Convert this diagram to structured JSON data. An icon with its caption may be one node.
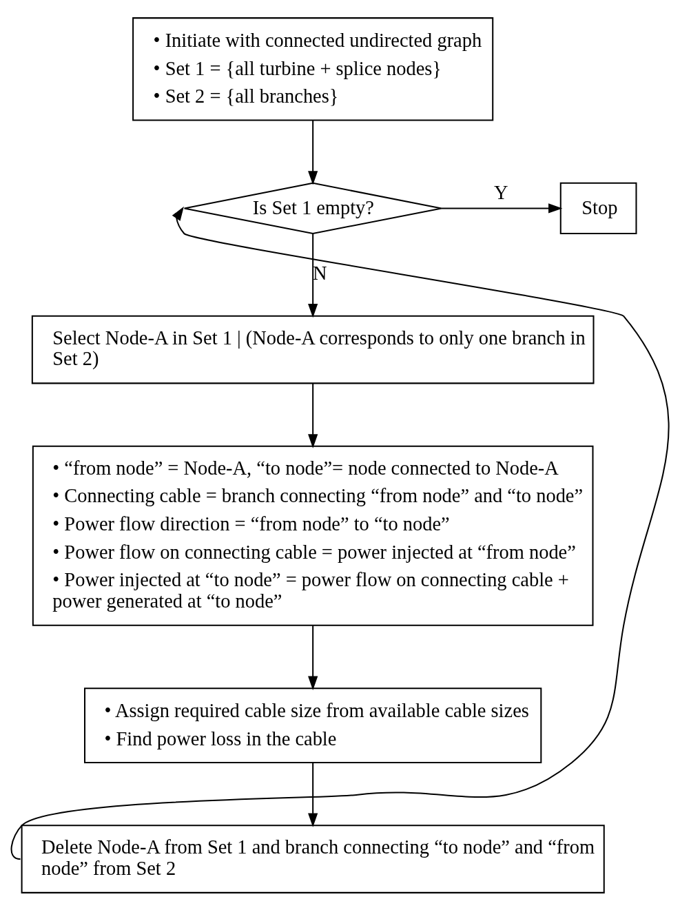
{
  "diagram": {
    "nodes": [
      {
        "text": [
          "• Initiate with connected undirected graph",
          "• Set 1 = {all turbine + splice nodes}",
          "• Set 2 = {all branches}"
        ]
      },
      {
        "text": [
          "Is Set 1 empty?"
        ]
      },
      {
        "text": [
          "Stop"
        ]
      },
      {
        "text": [
          "Select Node-A in Set 1 | (Node-A corresponds to only one branch in Set 2)"
        ]
      },
      {
        "text": [
          "• “from node” = Node-A, “to node”= node connected to Node-A",
          "• Connecting cable = branch connecting “from node” and “to node”",
          "• Power flow direction = “from node” to “to node”",
          "• Power flow on connecting cable = power injected at “from node”",
          "• Power injected at “to node” = power flow on connecting cable + power generated at “to node”"
        ]
      },
      {
        "text": [
          "• Assign required cable size from available cable sizes",
          "• Find power loss in the cable"
        ]
      },
      {
        "text": [
          "Delete Node-A from Set 1 and branch connecting “to node” and “from node” from Set 2"
        ]
      }
    ],
    "edges": [
      {
        "from": 0,
        "to": 1,
        "arrow": "to"
      },
      {
        "from": 1,
        "to": 2,
        "arrow": "to",
        "label": "Y"
      },
      {
        "from": 1,
        "to": 3,
        "arrow": "to",
        "label": "N"
      },
      {
        "from": 3,
        "to": 4,
        "arrow": "to"
      },
      {
        "from": 4,
        "to": 5,
        "arrow": "to"
      },
      {
        "from": 5,
        "to": 6,
        "arrow": "to"
      },
      {
        "from": 6,
        "to": 1,
        "arrow": "to"
      }
    ]
  }
}
